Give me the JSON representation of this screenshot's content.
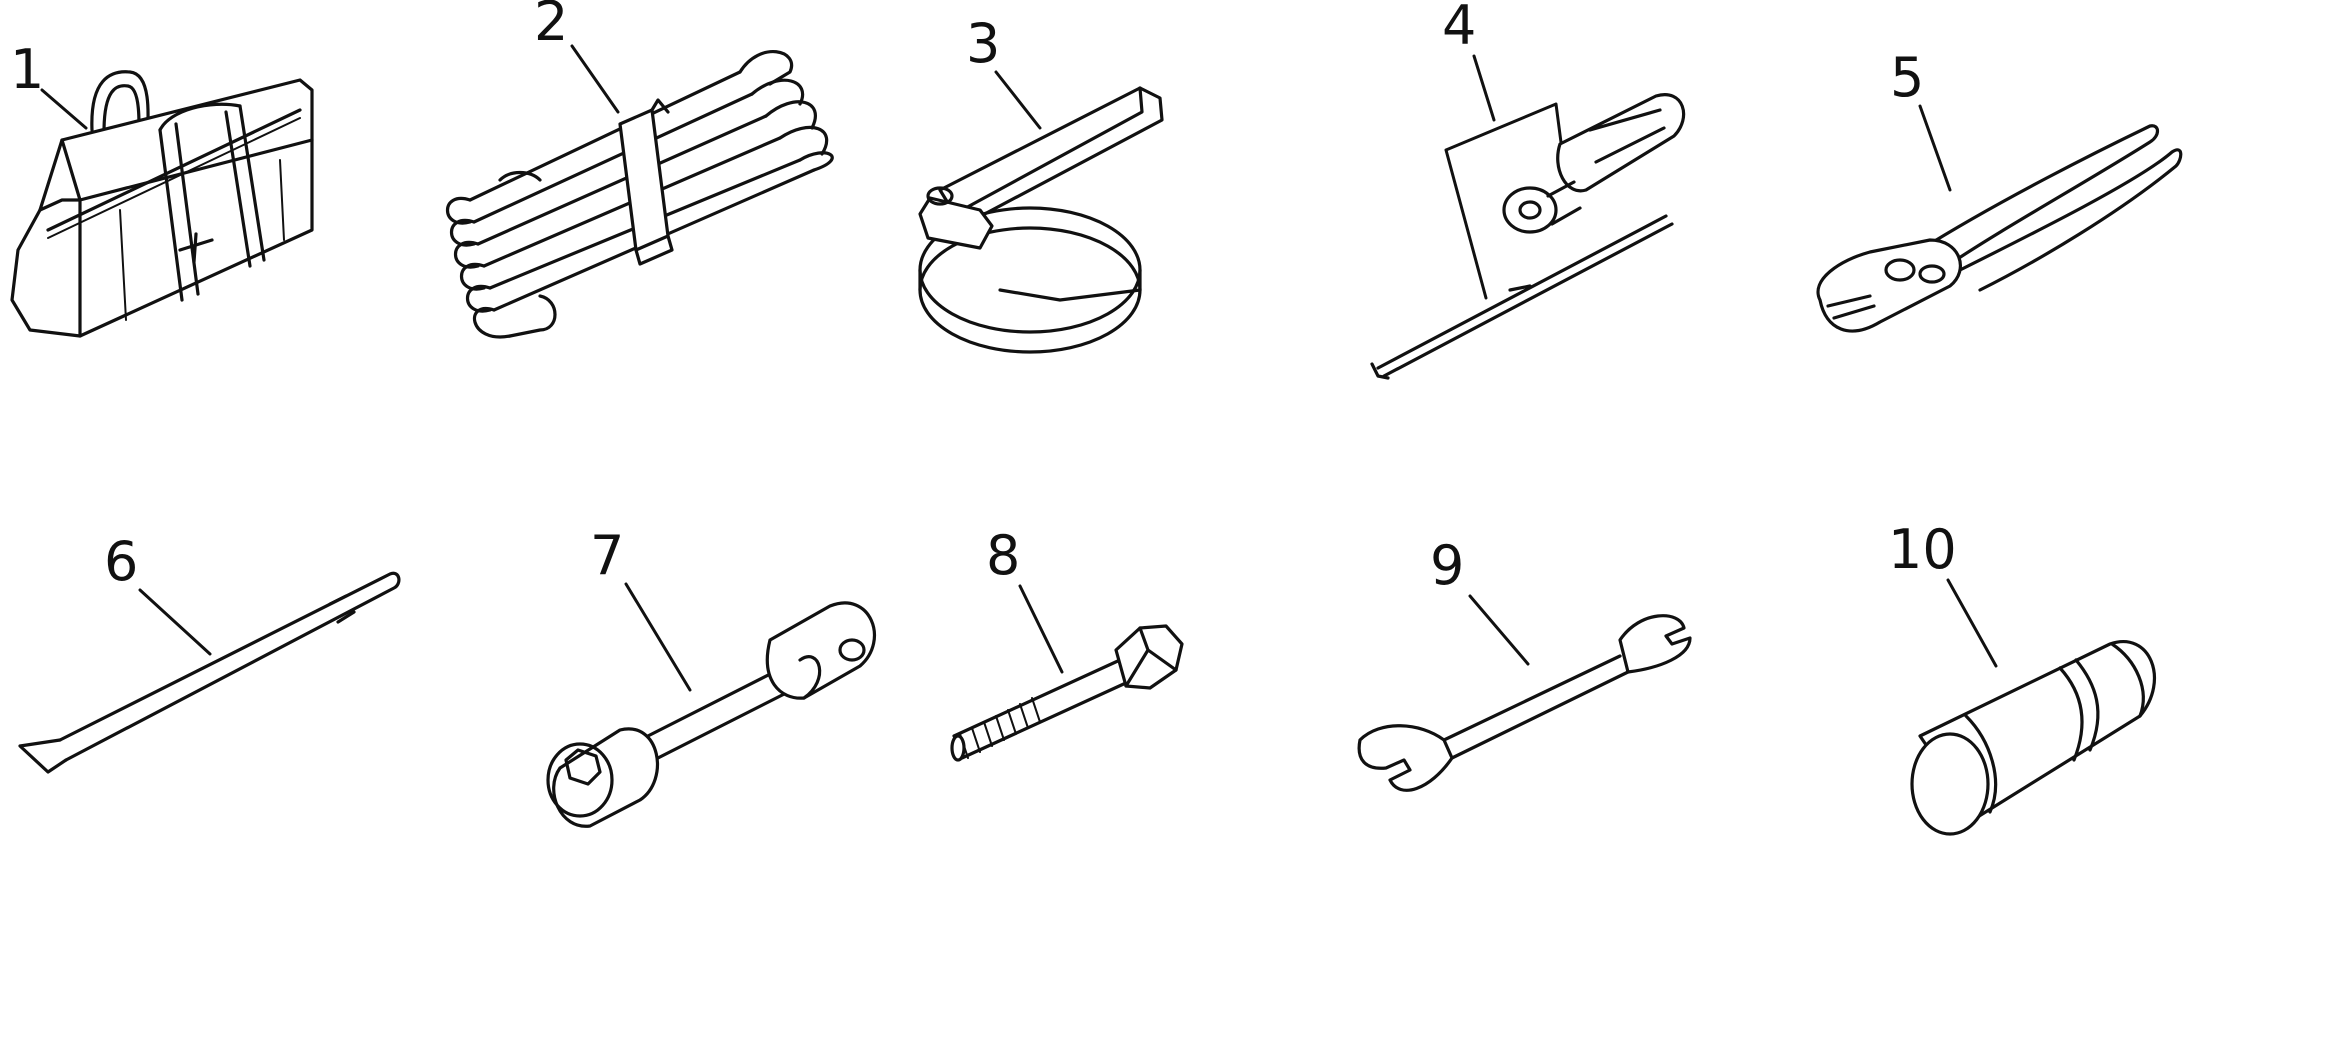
{
  "items": [
    {
      "number": "1",
      "icon": "tool-bag-icon"
    },
    {
      "number": "2",
      "icon": "wrench-set-icon"
    },
    {
      "number": "3",
      "icon": "filter-wrench-icon"
    },
    {
      "number": "4",
      "icon": "screwdriver-set-icon"
    },
    {
      "number": "5",
      "icon": "pliers-icon"
    },
    {
      "number": "6",
      "icon": "pry-bar-icon"
    },
    {
      "number": "7",
      "icon": "box-wrench-icon"
    },
    {
      "number": "8",
      "icon": "bolt-icon"
    },
    {
      "number": "9",
      "icon": "open-end-wrench-icon"
    },
    {
      "number": "10",
      "icon": "socket-icon"
    }
  ]
}
